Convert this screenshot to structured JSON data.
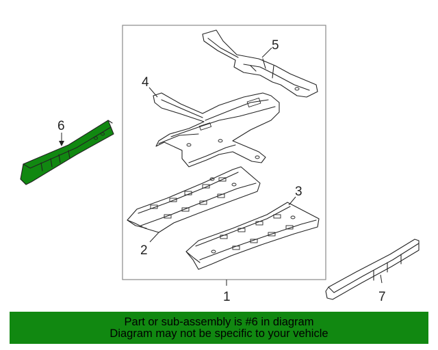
{
  "callouts": {
    "c1": "1",
    "c2": "2",
    "c3": "3",
    "c4": "4",
    "c5": "5",
    "c6": "6",
    "c7": "7"
  },
  "banner": {
    "line1": "Part or sub-assembly is #6 in diagram",
    "line2": "Diagram may not be specific to your vehicle"
  },
  "colors": {
    "highlight": "#118811",
    "banner_background": "#118811",
    "line_art": "#222222"
  }
}
